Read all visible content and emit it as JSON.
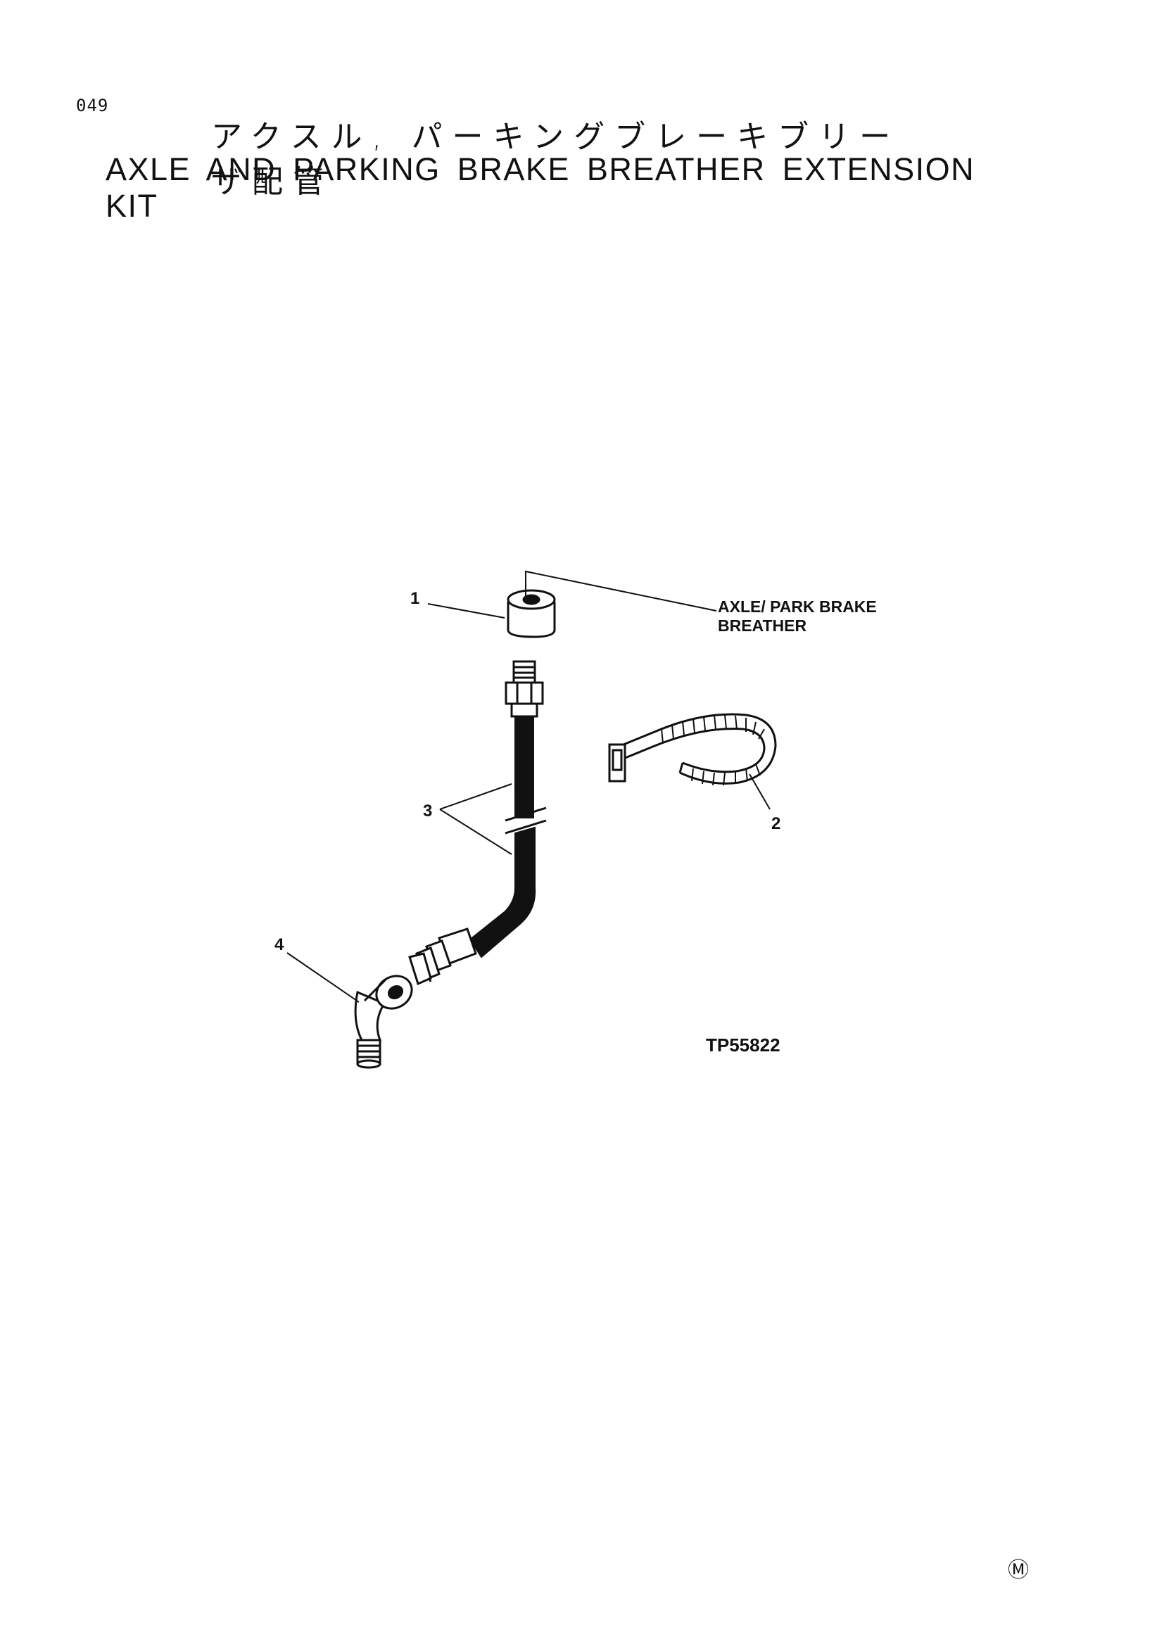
{
  "page_number": "049",
  "title_jp": "アクスル, パーキングブレーキブリーザ配管",
  "title_en": "AXLE AND PARKING BRAKE BREATHER EXTENSION KIT",
  "callouts": {
    "part1": "1",
    "part2": "2",
    "part3": "3",
    "part4": "4"
  },
  "annotation": {
    "line1": "AXLE/ PARK BRAKE",
    "line2": "BREATHER"
  },
  "figure_id": "TP55822",
  "corner_mark": "Ⓜ"
}
